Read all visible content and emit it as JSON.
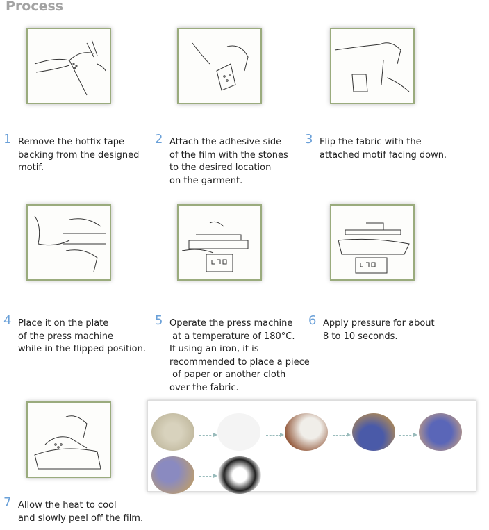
{
  "title": "Process",
  "steps": [
    {
      "number": "1",
      "text": "Remove the hotfix tape\nbacking from the designed\nmotif."
    },
    {
      "number": "2",
      "text": "Attach the adhesive side\nof the film with the stones\nto the desired location\non the garment."
    },
    {
      "number": "3",
      "text": "Flip the fabric with the\nattached motif facing down."
    },
    {
      "number": "4",
      "text": "Place it on the plate\nof the press machine\nwhile in the flipped position."
    },
    {
      "number": "5",
      "text": "Operate the press machine\n at a temperature of 180°C.\nIf using an iron, it is\nrecommended to place a piece\n of paper or another cloth\nover the fabric."
    },
    {
      "number": "6",
      "text": "Apply pressure for about\n8 to 10 seconds."
    },
    {
      "number": "7",
      "text": "Allow the heat to cool\nand slowly peel off the film."
    }
  ],
  "colors": {
    "title": "#a3a3a3",
    "number": "#6aa0d8",
    "frame": "#9aab7d"
  }
}
